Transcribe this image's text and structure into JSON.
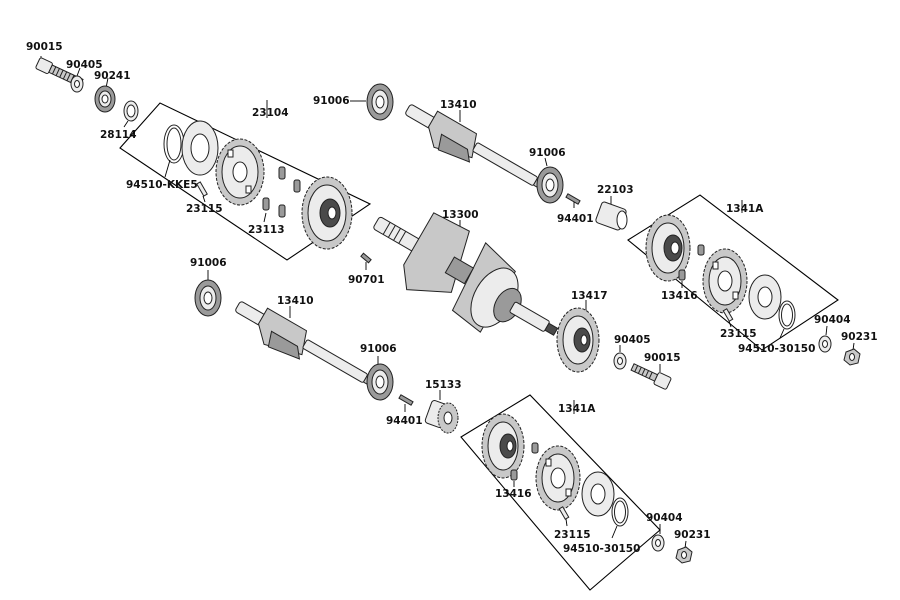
{
  "labels": {
    "bolt_top": "90015",
    "washer_top": "90405",
    "bearing_top_small": "90241",
    "ring_top": "28114",
    "box_left_top": "23104",
    "clip_left": "94510-KKE5",
    "pin_left": "23115",
    "spring_left": "23113",
    "bearing_upper_left": "91006",
    "shaft_upper": "13410",
    "bearing_upper_right": "91006",
    "collar": "22103",
    "key_upper": "94401",
    "crank": "13300",
    "key_crank": "90701",
    "box_right_upper": "1341A",
    "spring_right_upper": "13416",
    "pin_right_upper": "23115",
    "clip_right_upper": "94510-30150",
    "washer_right_upper": "90404",
    "nut_right_upper": "90231",
    "gear_crank": "13417",
    "washer_mid": "90405",
    "bolt_mid": "90015",
    "bearing_lower_left": "91006",
    "shaft_lower": "13410",
    "bearing_lower_right": "91006",
    "sprocket": "15133",
    "key_lower": "94401",
    "box_right_lower": "1341A",
    "spring_right_lower": "13416",
    "pin_right_lower": "23115",
    "clip_right_lower": "94510-30150",
    "washer_right_lower": "90404",
    "nut_right_lower": "90231"
  }
}
